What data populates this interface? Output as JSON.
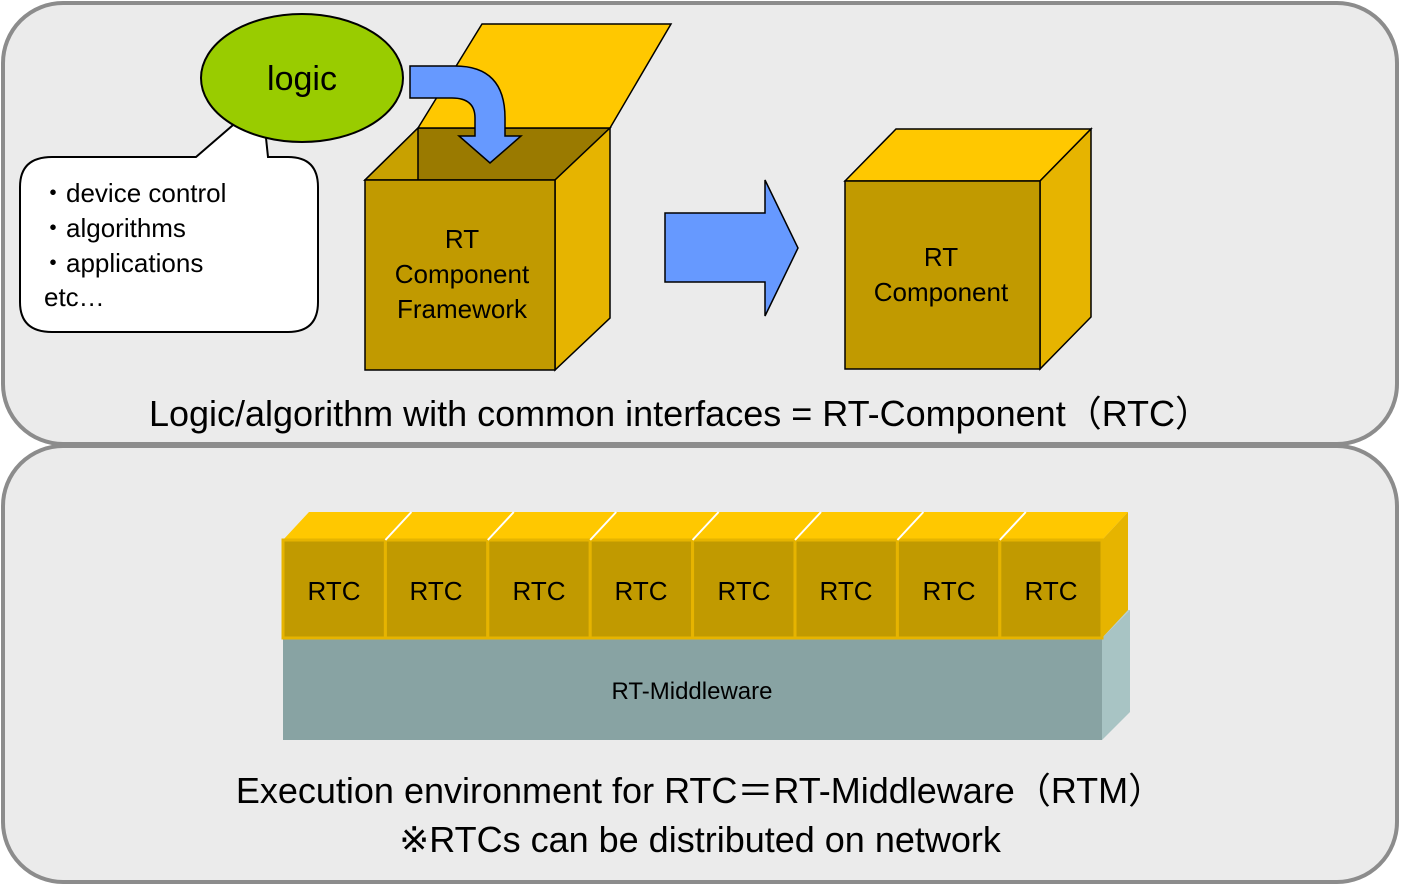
{
  "top_panel": {
    "logic_label": "logic",
    "bullets": [
      "・device control",
      "・algorithms",
      "・applications",
      "etc…"
    ],
    "framework_lines": [
      "RT",
      "Component",
      "Framework"
    ],
    "component_lines": [
      "RT",
      "Component"
    ],
    "caption": "Logic/algorithm with common interfaces = RT-Component（RTC）"
  },
  "bottom_panel": {
    "rtc_labels": [
      "RTC",
      "RTC",
      "RTC",
      "RTC",
      "RTC",
      "RTC",
      "RTC",
      "RTC"
    ],
    "middleware_label": "RT-Middleware",
    "caption_line1": "Execution environment for RTC＝RT-Middleware（RTM）",
    "caption_line2": "※RTCs can be distributed on network"
  },
  "colors": {
    "panel_fill": "#ebebeb",
    "panel_border": "#8c8c8c",
    "cube_front": "#c19a00",
    "cube_top": "#ffc800",
    "cube_side": "#e6b400",
    "box_interior": "#9a7a00",
    "arrow_fill": "#6699ff",
    "ellipse_fill": "#99cc00",
    "middleware_front": "#88a3a3",
    "middleware_side": "#a8c4c4"
  }
}
